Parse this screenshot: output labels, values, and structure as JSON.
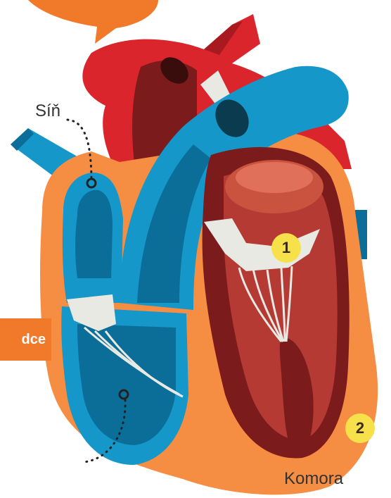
{
  "labels": {
    "atrium": "Síň",
    "ventricle": "Komora",
    "side_tab": "dce"
  },
  "markers": {
    "first": "1",
    "second": "2"
  },
  "colors": {
    "orange_outline": "#f58d43",
    "blue_vessel": "#1597c9",
    "dark_blue": "#0b6e99",
    "red_artery": "#d9252b",
    "dark_red": "#7c1b1b",
    "heart_muscle": "#b43a33",
    "valve_white": "#e9e9e4",
    "marker_yellow": "#f7e14a",
    "tab_orange": "#f07a2a"
  }
}
